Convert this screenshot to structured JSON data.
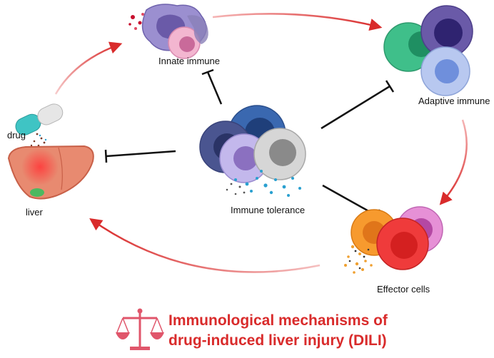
{
  "labels": {
    "innate": "Innate immune",
    "adaptive": "Adaptive immune",
    "tolerance": "Immune tolerance",
    "effector": "Effector cells",
    "drug": "drug",
    "liver": "liver"
  },
  "title": {
    "line1": "Immunological mechanisms of",
    "line2": "drug-induced liver injury (DILI)"
  },
  "colors": {
    "accent": "#d92b2b",
    "inhibit": "#111111",
    "scale_icon": "#e0566b"
  }
}
